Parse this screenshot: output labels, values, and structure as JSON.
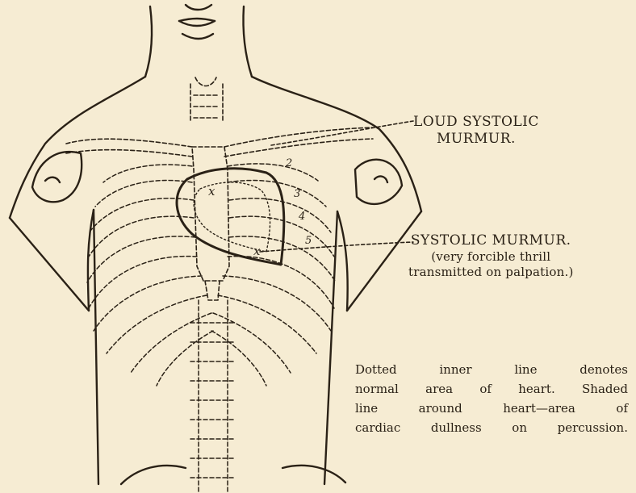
{
  "labels": {
    "loud_systolic": [
      "LOUD SYSTOLIC",
      "MURMUR."
    ],
    "systolic": {
      "title": "SYSTOLIC MURMUR.",
      "lines": [
        "(very forcible thrill",
        "transmitted on palpation.)"
      ]
    },
    "rib_numbers": [
      "2",
      "3",
      "4",
      "5"
    ],
    "marks": [
      "x",
      "x"
    ]
  },
  "caption": [
    "Dotted inner line denotes",
    "normal area of heart. Shaded",
    "line around heart—area of",
    "cardiac dullness on percussion."
  ],
  "colors": {
    "paper": "#f6ecd3",
    "ink": "#2a2116"
  }
}
